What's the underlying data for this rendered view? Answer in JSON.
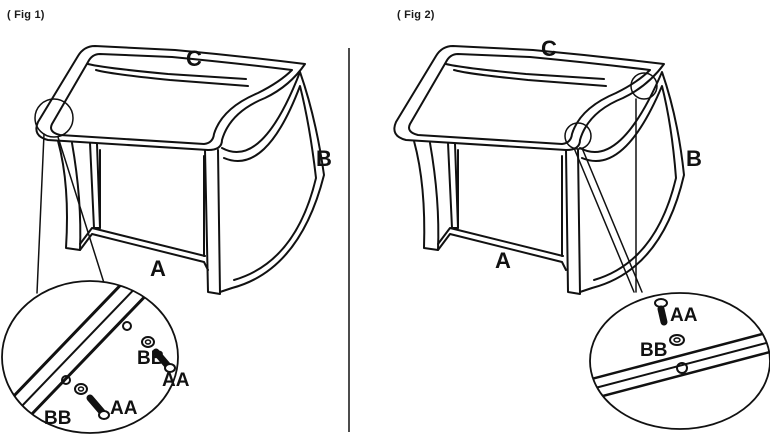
{
  "fig1": {
    "caption": "( Fig 1)",
    "label_a": "A",
    "label_b": "B",
    "label_c": "C",
    "detail": {
      "bb_upper": "BB",
      "aa_upper": "AA",
      "bb_lower": "BB",
      "aa_lower": "AA"
    }
  },
  "fig2": {
    "caption": "( Fig 2)",
    "label_a": "A",
    "label_b": "B",
    "label_c": "C",
    "detail": {
      "aa": "AA",
      "bb": "BB"
    }
  },
  "colors": {
    "line": "#111111",
    "background": "#ffffff"
  }
}
